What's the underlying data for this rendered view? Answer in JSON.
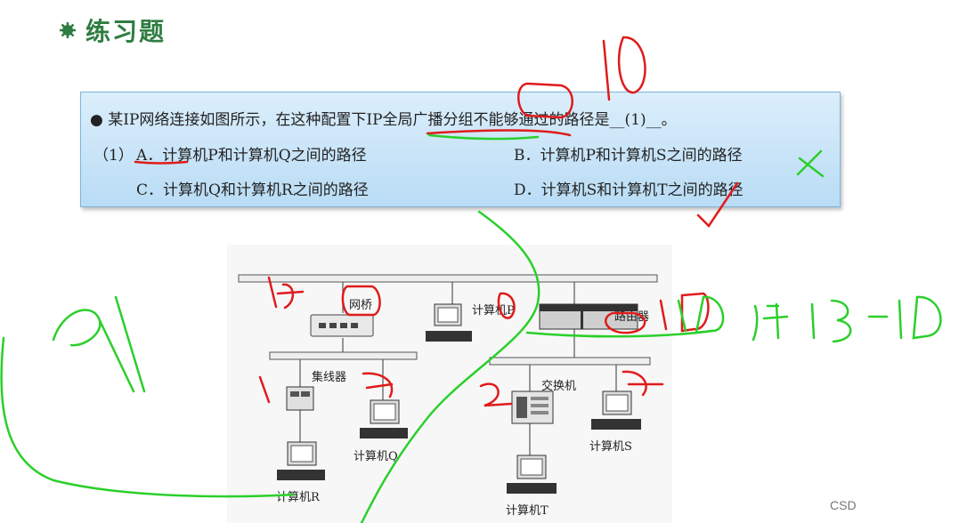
{
  "slide": {
    "title": "练习题",
    "question": "某IP网络连接如图所示，在这种配置下IP全局广播分组不能够通过的路径是__(1)__。",
    "option_prefix": "（1）",
    "options": {
      "A": "A．计算机P和计算机Q之间的路径",
      "B": "B．计算机P和计算机S之间的路径",
      "C": "C．计算机Q和计算机R之间的路径",
      "D": "D．计算机S和计算机T之间的路径"
    }
  },
  "diagram": {
    "bridge": "网桥",
    "computer_p": "计算机P",
    "router": "路由器",
    "hub": "集线器",
    "switch": "交换机",
    "computer_q": "计算机Q",
    "computer_r": "计算机R",
    "computer_s": "计算机S",
    "computer_t": "计算机T"
  },
  "watermark": "CSD",
  "colors": {
    "title": "#2f7d42",
    "box_top": "#dbeefb",
    "box_bottom": "#b9dcf5",
    "red_ink": "#e01b1b",
    "green_ink": "#2bcf2b"
  }
}
